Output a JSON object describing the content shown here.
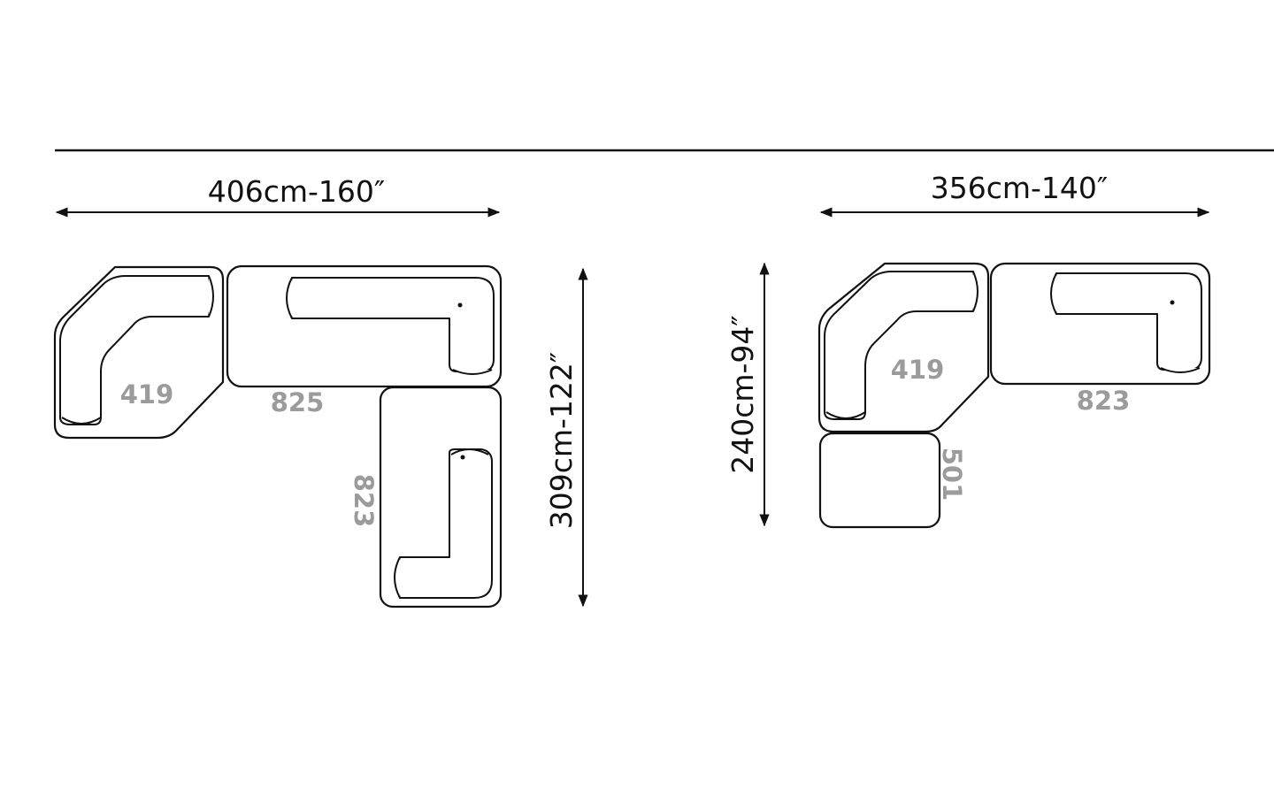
{
  "layout_a": {
    "width_label": "406cm-160″",
    "depth_label": "309cm-122″",
    "modules": {
      "corner_code": "419",
      "top_code": "825",
      "bottom_code": "823"
    }
  },
  "layout_b": {
    "width_label": "356cm-140″",
    "depth_label": "240cm-94″",
    "modules": {
      "corner_code": "419",
      "side_code": "823",
      "ottoman_code": "501"
    }
  },
  "colors": {
    "stroke": "#111111",
    "code_gray": "#9b9b9b",
    "background": "#ffffff"
  }
}
